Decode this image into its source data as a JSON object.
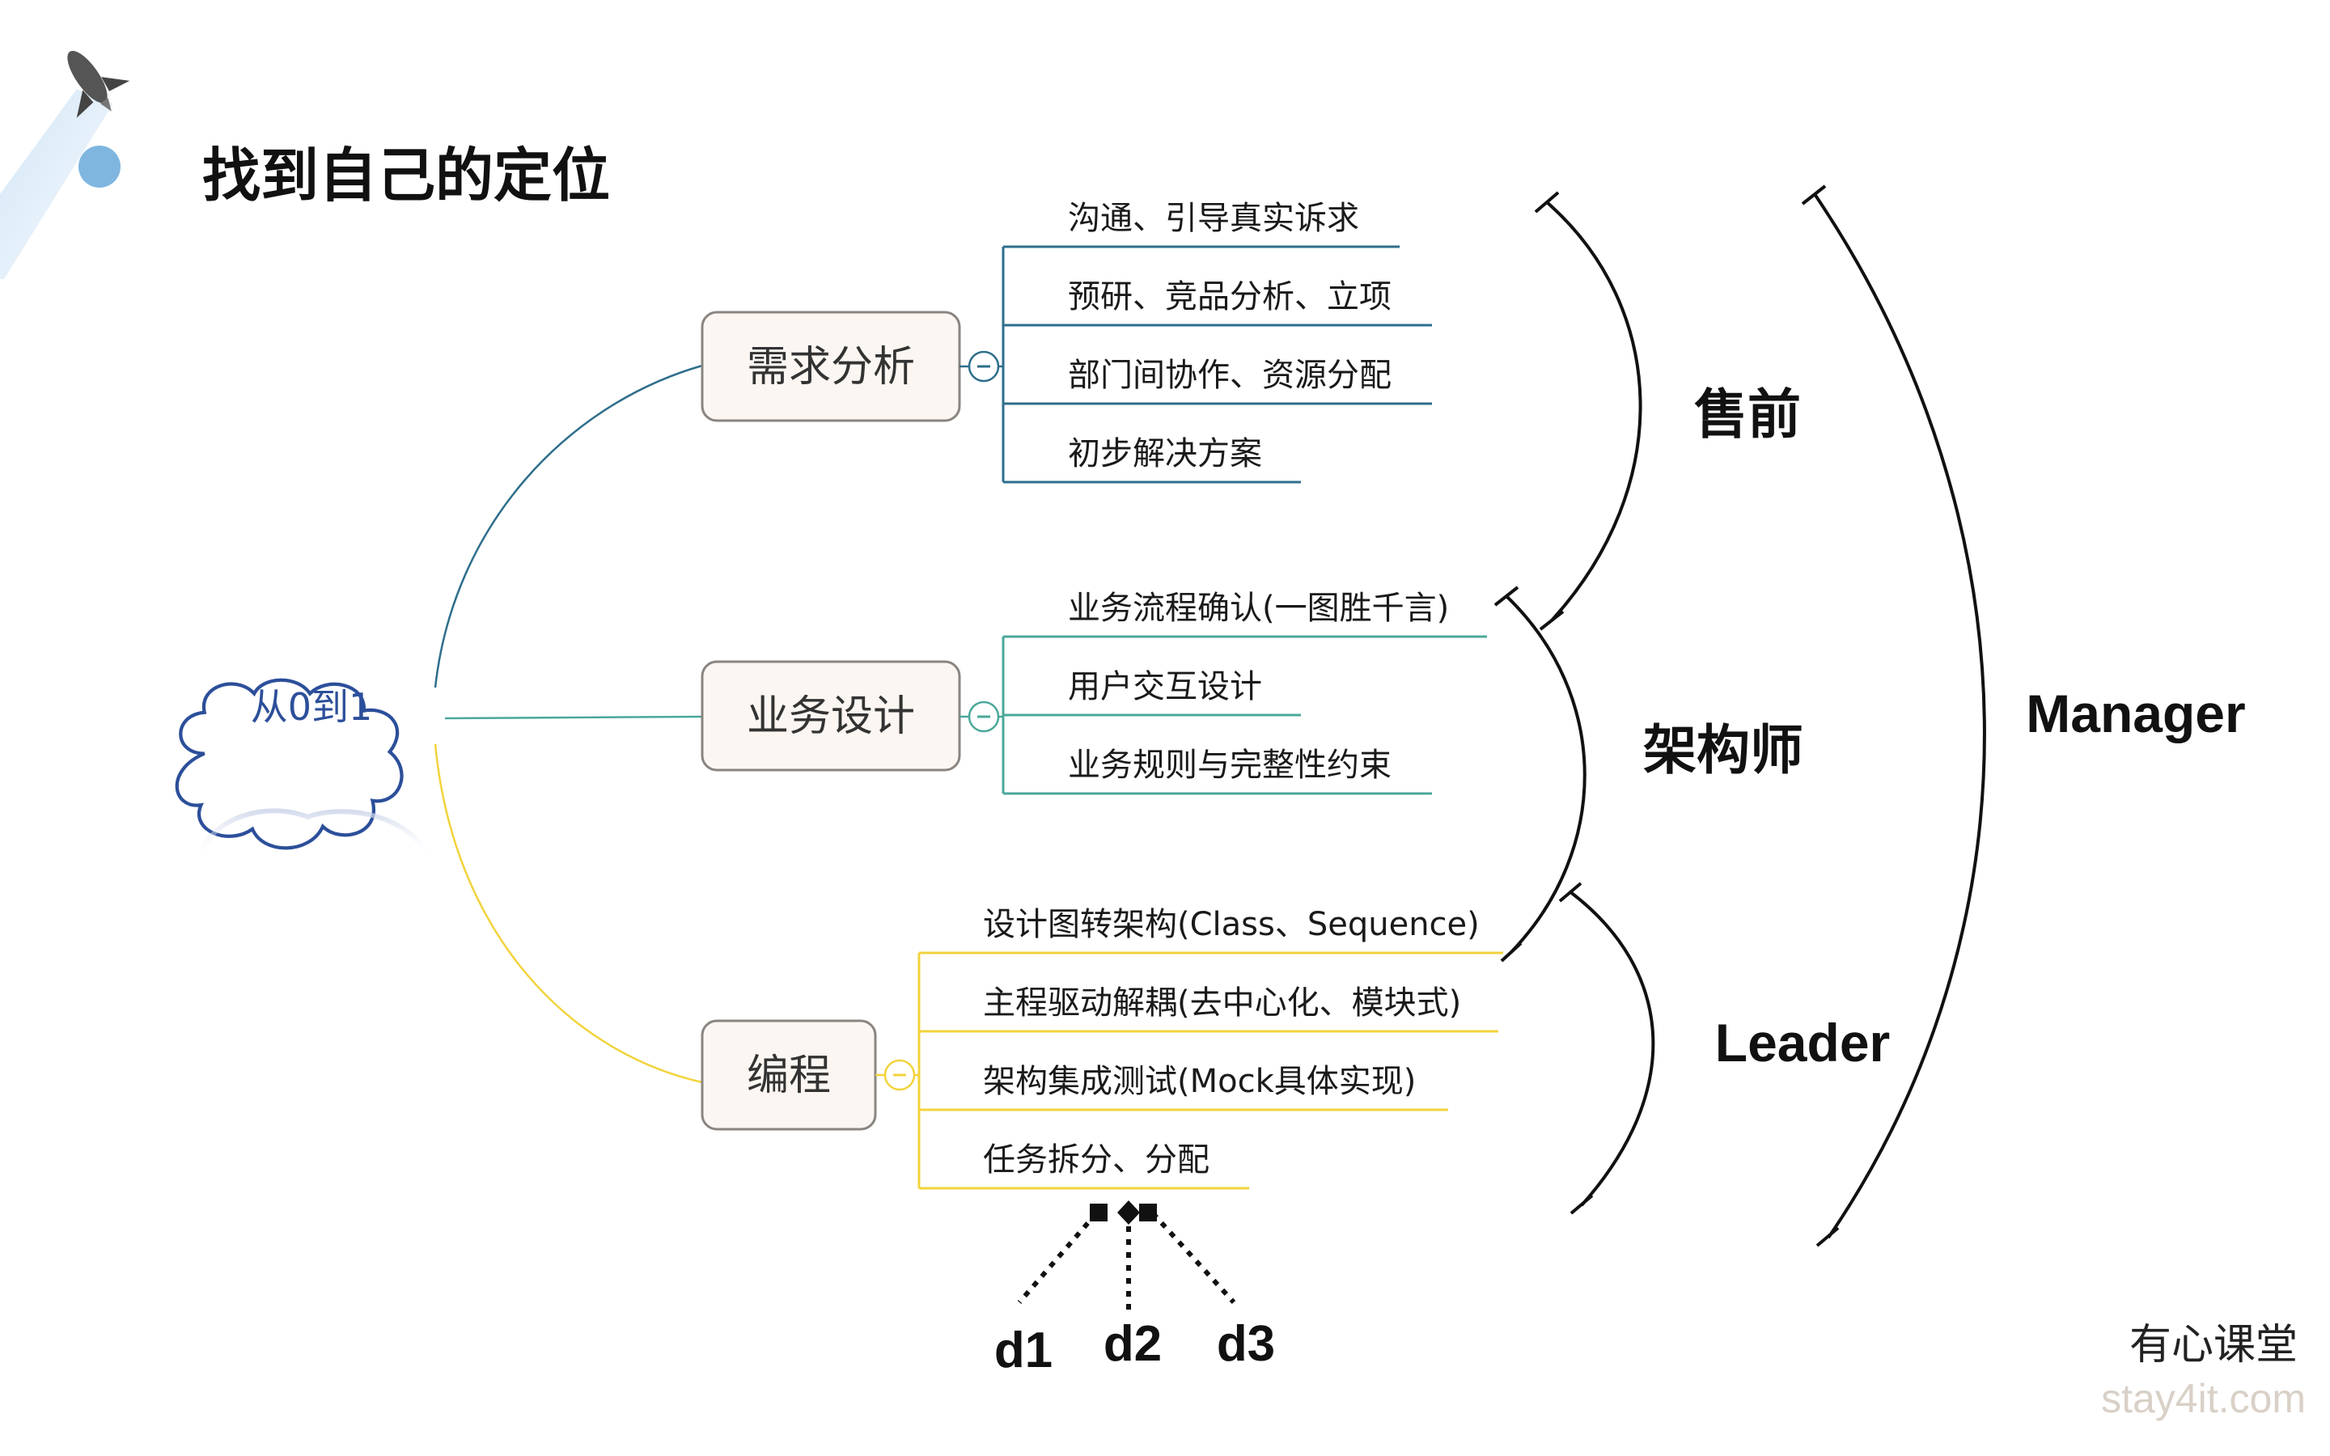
{
  "title": "找到自己的定位",
  "root": {
    "label": "从0到1"
  },
  "branches": [
    {
      "label": "需求分析",
      "color": "#2e6e8c",
      "items": [
        "沟通、引导真实诉求",
        "预研、竞品分析、立项",
        "部门间协作、资源分配",
        "初步解决方案"
      ]
    },
    {
      "label": "业务设计",
      "color": "#4aa89a",
      "items": [
        "业务流程确认(一图胜千言)",
        "用户交互设计",
        "业务规则与完整性约束"
      ]
    },
    {
      "label": "编程",
      "color": "#f2d33c",
      "items": [
        "设计图转架构(Class、Sequence)",
        "主程驱动解耦(去中心化、模块式)",
        "架构集成测试(Mock具体实现)",
        "任务拆分、分配"
      ]
    }
  ],
  "roles": {
    "presale": "售前",
    "architect": "架构师",
    "leader": "Leader",
    "manager": "Manager"
  },
  "dev_labels": [
    "d1",
    "d2",
    "d3"
  ],
  "brand": {
    "name": "有心课堂",
    "url": "stay4it.com"
  },
  "colors": {
    "bullet": "#7fb6e0",
    "cloud_stroke": "#2c4f9a",
    "cloud_text": "#2c4f9a",
    "node_fill": "#fbf6f1",
    "node_stroke": "#8a8580",
    "blue_branch": "#2e6e8c",
    "teal_branch": "#4aa89a",
    "yellow_branch": "#f2d33c"
  }
}
